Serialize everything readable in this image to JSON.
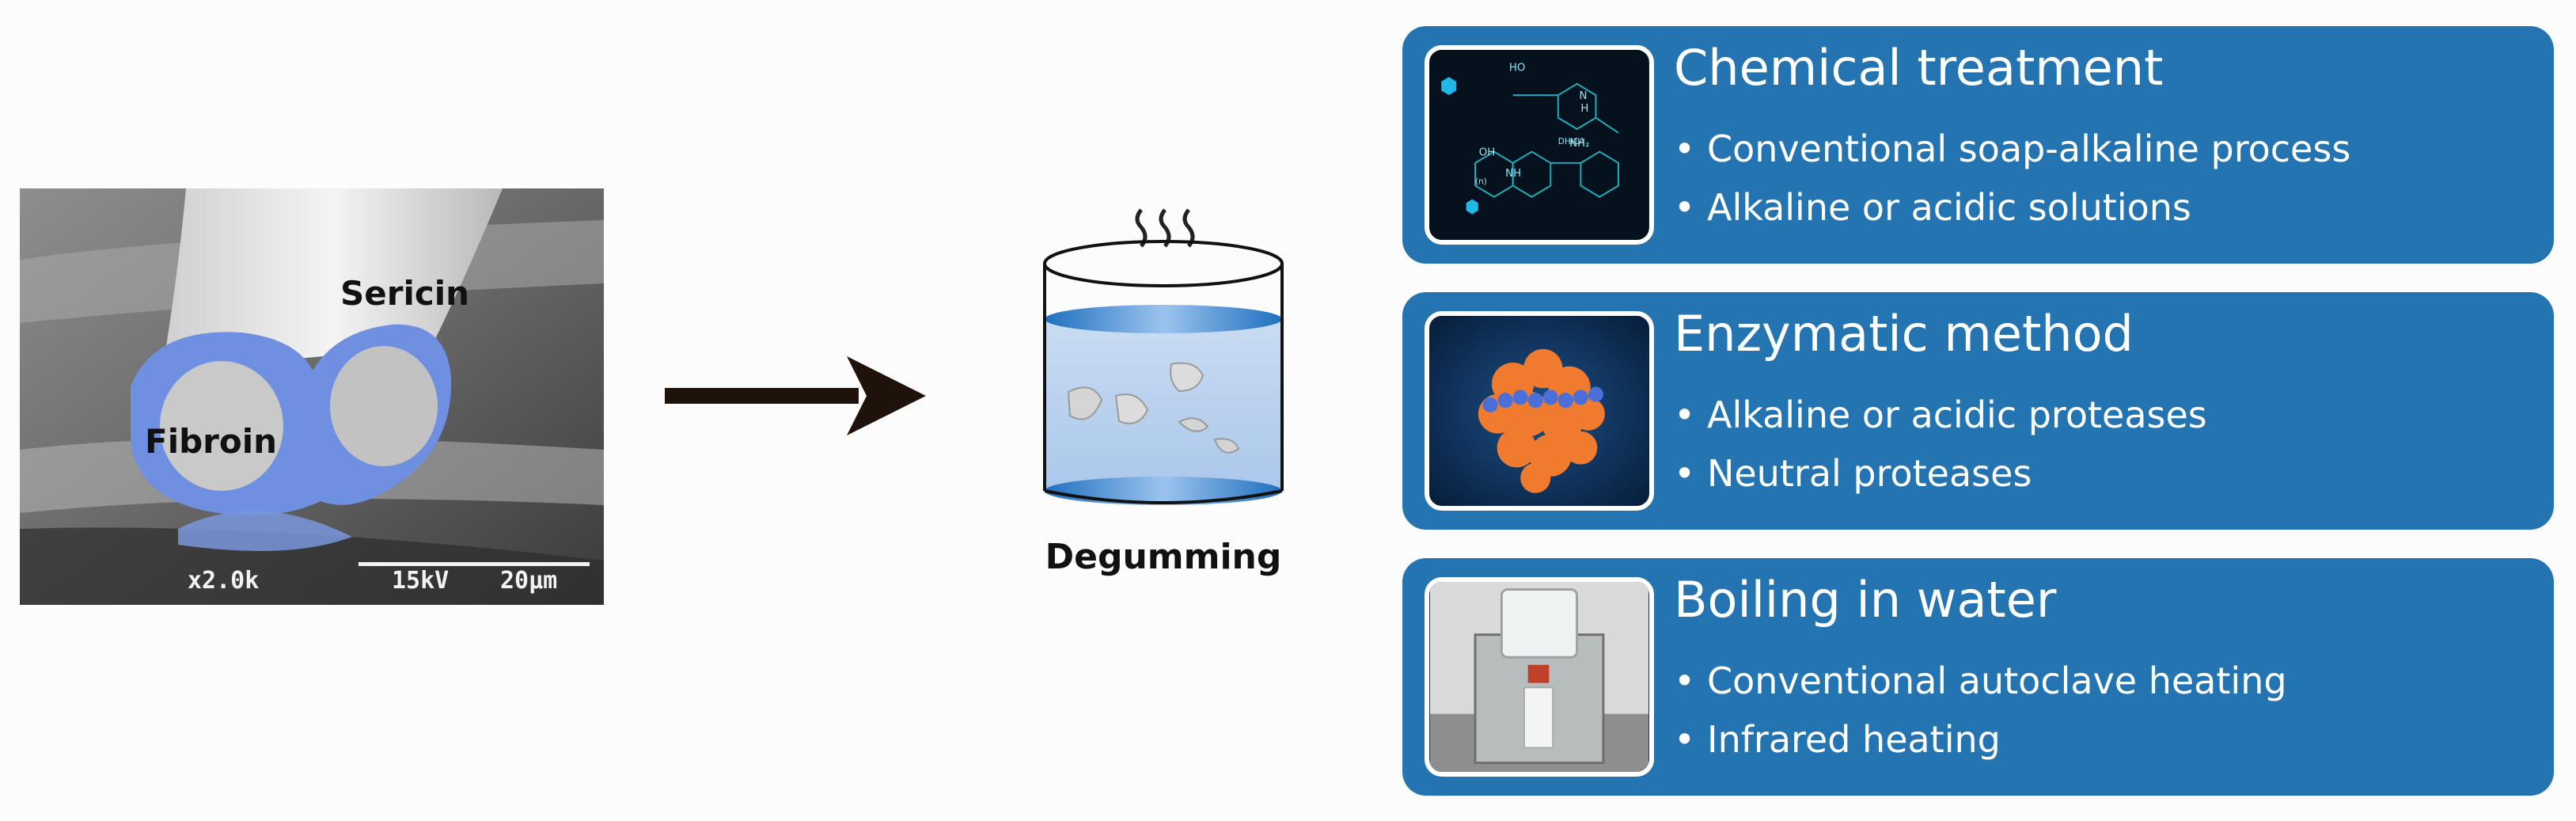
{
  "sem_image": {
    "label_sericin": "Sericin",
    "label_fibroin": "Fibroin",
    "magnification": "x2.0k",
    "voltage": "15kV",
    "scale_bar": "20µm"
  },
  "process": {
    "label": "Degumming"
  },
  "methods": [
    {
      "title": "Chemical treatment",
      "bullets": [
        "Conventional soap-alkaline process",
        "Alkaline or acidic solutions"
      ],
      "image_texts": [
        "HO",
        "N",
        "H",
        "DHICA",
        "OH",
        "NH",
        "NH₂",
        "(n)"
      ]
    },
    {
      "title": "Enzymatic method",
      "bullets": [
        "Alkaline or acidic proteases",
        "Neutral proteases"
      ]
    },
    {
      "title": "Boiling in water",
      "bullets": [
        "Conventional autoclave heating",
        "Infrared heating"
      ]
    }
  ],
  "bullet_char": "•",
  "colors": {
    "panel": "#2474b2",
    "fibroin_overlay": "#6f8fe0",
    "arrow": "#1e120a"
  }
}
